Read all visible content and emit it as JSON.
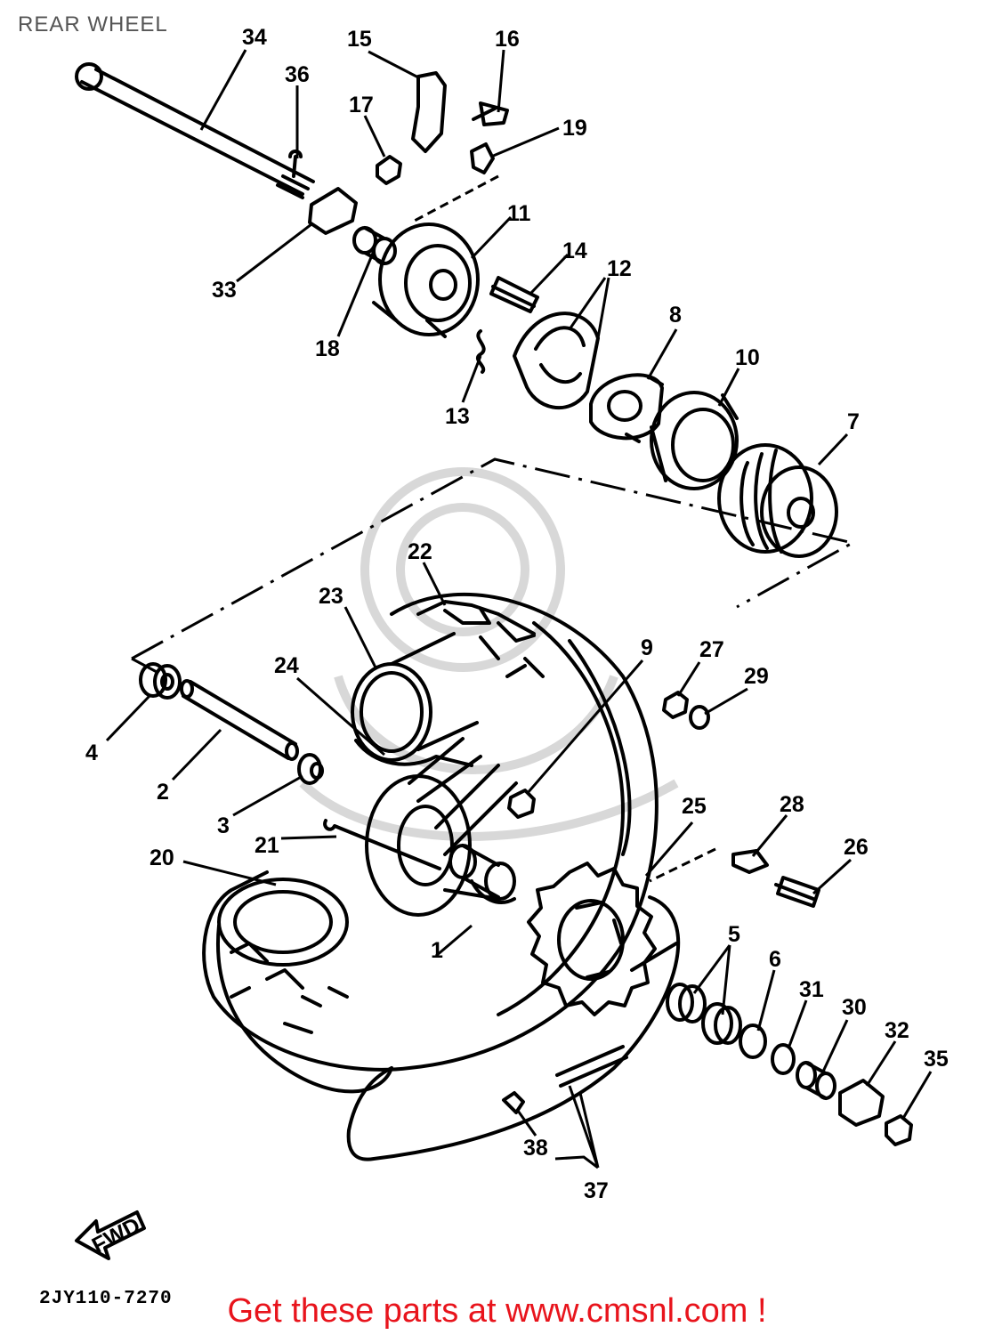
{
  "title": "REAR WHEEL",
  "drawing_code": "2JY110-7270",
  "promo_text": "Get these parts at www.cmsnl.com !",
  "fwd_label": "FWD",
  "colors": {
    "promo": "#e8141c",
    "title": "#555555",
    "ink": "#000000"
  },
  "labels": [
    {
      "id": "1",
      "text": "1"
    },
    {
      "id": "2",
      "text": "2"
    },
    {
      "id": "3",
      "text": "3"
    },
    {
      "id": "4",
      "text": "4"
    },
    {
      "id": "5",
      "text": "5"
    },
    {
      "id": "6",
      "text": "6"
    },
    {
      "id": "7",
      "text": "7"
    },
    {
      "id": "8",
      "text": "8"
    },
    {
      "id": "9",
      "text": "9"
    },
    {
      "id": "10",
      "text": "10"
    },
    {
      "id": "11",
      "text": "11"
    },
    {
      "id": "12",
      "text": "12"
    },
    {
      "id": "13",
      "text": "13"
    },
    {
      "id": "14",
      "text": "14"
    },
    {
      "id": "15",
      "text": "15"
    },
    {
      "id": "16",
      "text": "16"
    },
    {
      "id": "17",
      "text": "17"
    },
    {
      "id": "18",
      "text": "18"
    },
    {
      "id": "19",
      "text": "19"
    },
    {
      "id": "20",
      "text": "20"
    },
    {
      "id": "21",
      "text": "21"
    },
    {
      "id": "22",
      "text": "22"
    },
    {
      "id": "23",
      "text": "23"
    },
    {
      "id": "24",
      "text": "24"
    },
    {
      "id": "25",
      "text": "25"
    },
    {
      "id": "26",
      "text": "26"
    },
    {
      "id": "27",
      "text": "27"
    },
    {
      "id": "28",
      "text": "28"
    },
    {
      "id": "29",
      "text": "29"
    },
    {
      "id": "30",
      "text": "30"
    },
    {
      "id": "31",
      "text": "31"
    },
    {
      "id": "32",
      "text": "32"
    },
    {
      "id": "33",
      "text": "33"
    },
    {
      "id": "34",
      "text": "34"
    },
    {
      "id": "35",
      "text": "35"
    },
    {
      "id": "36",
      "text": "36"
    },
    {
      "id": "37",
      "text": "37"
    },
    {
      "id": "38",
      "text": "38"
    }
  ]
}
